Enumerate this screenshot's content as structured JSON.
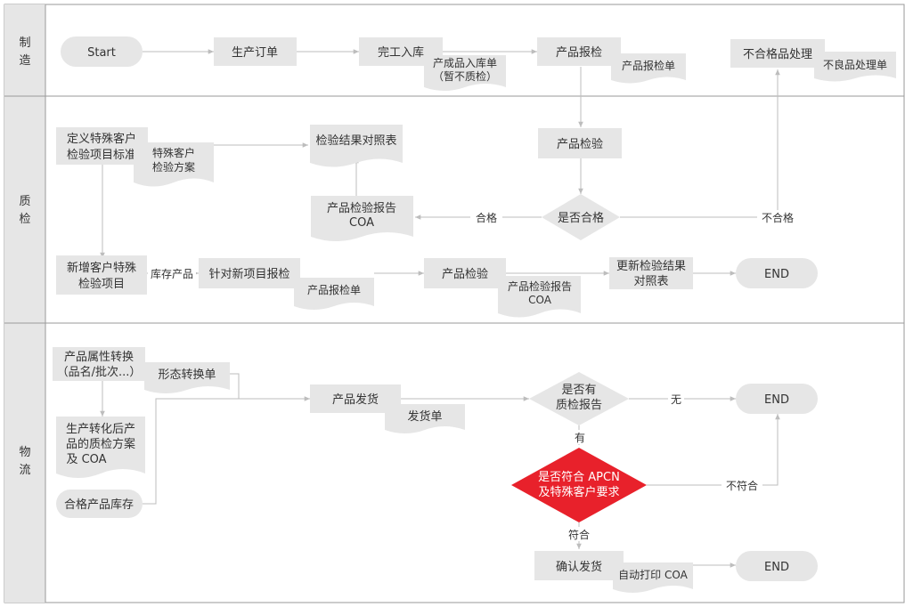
{
  "lanes": {
    "manufacturing": [
      "制",
      "造"
    ],
    "quality": [
      "质",
      "检"
    ],
    "logistics": [
      "物",
      "流"
    ]
  },
  "nodes": {
    "start": "Start",
    "production_order": "生产订单",
    "completion_storage": "完工入库",
    "finished_storage_doc": [
      "产成品入库单",
      "（暂不质检）"
    ],
    "product_inspection_request": "产品报检",
    "product_inspection_request_doc": "产品报检单",
    "nonconforming_handling": "不合格品处理",
    "defect_handling_doc": "不良品处理单",
    "define_customer_standard": [
      "定义特殊客户",
      "检验项目标准"
    ],
    "customer_plan_doc": [
      "特殊客户",
      "检验方案"
    ],
    "result_table": "检验结果对照表",
    "product_inspection": "产品检验",
    "is_qualified": "是否合格",
    "inspection_report_coa": [
      "产品检验报告",
      "COA"
    ],
    "new_customer_items": [
      "新增客户特殊",
      "检验项目"
    ],
    "new_item_inspection_request": "针对新项目报检",
    "inspection_request_doc_2": "产品报检单",
    "product_inspection_2": "产品检验",
    "inspection_report_coa_2": [
      "产品检验报告",
      "COA"
    ],
    "update_result_table": [
      "更新检验结果",
      "对照表"
    ],
    "end_quality": "END",
    "attribute_conversion": [
      "产品属性转换",
      "（品名/批次...）"
    ],
    "form_conversion_doc": "形态转换单",
    "post_conversion_plan": [
      "生产转化后产",
      "品的质检方案",
      "及 COA"
    ],
    "qualified_inventory": "合格产品库存",
    "product_shipping": "产品发货",
    "shipping_doc": "发货单",
    "has_report": [
      "是否有",
      "质检报告"
    ],
    "end_logistics_1": "END",
    "apcn_check": [
      "是否符合 APCN",
      "及特殊客户要求"
    ],
    "confirm_shipping": "确认发货",
    "auto_print_coa": "自动打印 COA",
    "end_logistics_2": "END"
  },
  "edge_labels": {
    "qualified": "合格",
    "unqualified": "不合格",
    "inventory_product": "库存产品",
    "none": "无",
    "has": "有",
    "not_conform": "不符合",
    "conform": "符合"
  },
  "colors": {
    "lane_header": "#e6e6e6",
    "node_fill": "#e6e6e6",
    "connector": "#bdbdbd",
    "decision_highlight": "#e8212b",
    "text": "#333333"
  }
}
